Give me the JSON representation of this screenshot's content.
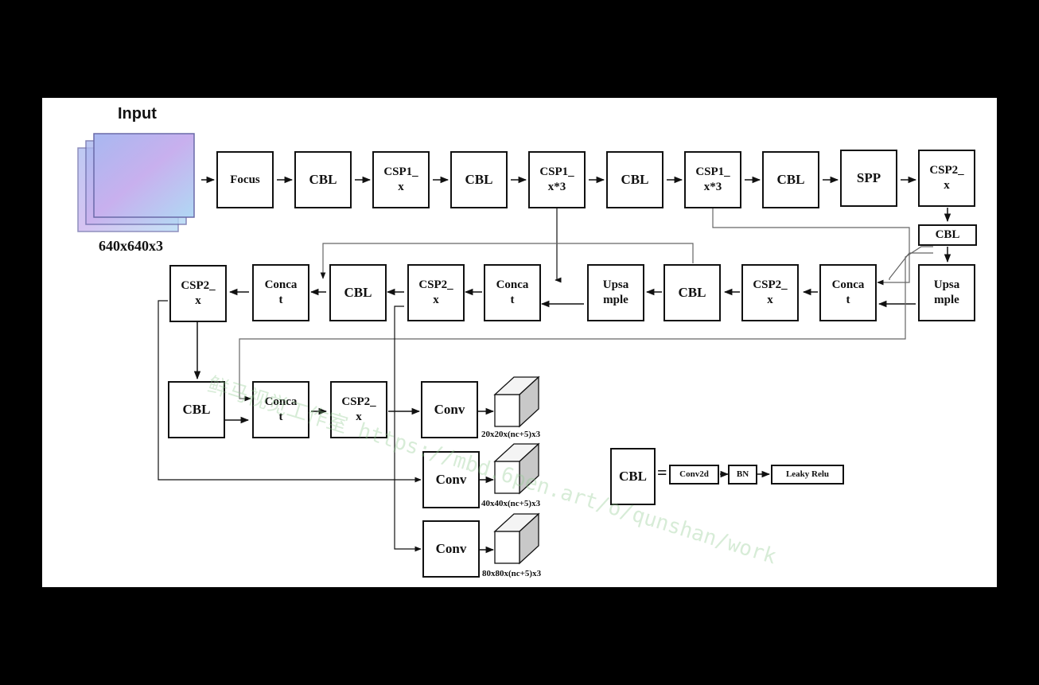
{
  "input": {
    "title": "Input",
    "size": "640x640x3"
  },
  "nodes": {
    "focus": "Focus",
    "cbl1": "CBL",
    "csp1_x": "CSP1_\nx",
    "cbl2": "CBL",
    "csp1_x3a": "CSP1_\nx*3",
    "cbl3": "CBL",
    "csp1_x3b": "CSP1_\nx*3",
    "cbl4": "CBL",
    "spp": "SPP",
    "csp2_top": "CSP2_\nx",
    "cbl_small": "CBL",
    "upsample_r": "Upsa\nmple",
    "concat_r": "Conca\nt",
    "csp2_r": "CSP2_\nx",
    "cbl_r": "CBL",
    "upsample_m": "Upsa\nmple",
    "concat_m": "Conca\nt",
    "csp2_m": "CSP2_\nx",
    "cbl_m": "CBL",
    "concat_l": "Conca\nt",
    "csp2_l": "CSP2_\nx",
    "cbl_b": "CBL",
    "concat_b": "Conca\nt",
    "csp2_b": "CSP2_\nx",
    "conv1": "Conv",
    "conv2": "Conv",
    "conv3": "Conv"
  },
  "outputs": [
    "20x20x(nc+5)x3",
    "40x40x(nc+5)x3",
    "80x80x(nc+5)x3"
  ],
  "legend": {
    "cbl": "CBL",
    "equals": "=",
    "conv2d": "Conv2d",
    "bn": "BN",
    "leaky": "Leaky Relu"
  },
  "watermark": "鲜马视觉工作室 https://mbd.6pen.art/o/qunshan/work"
}
